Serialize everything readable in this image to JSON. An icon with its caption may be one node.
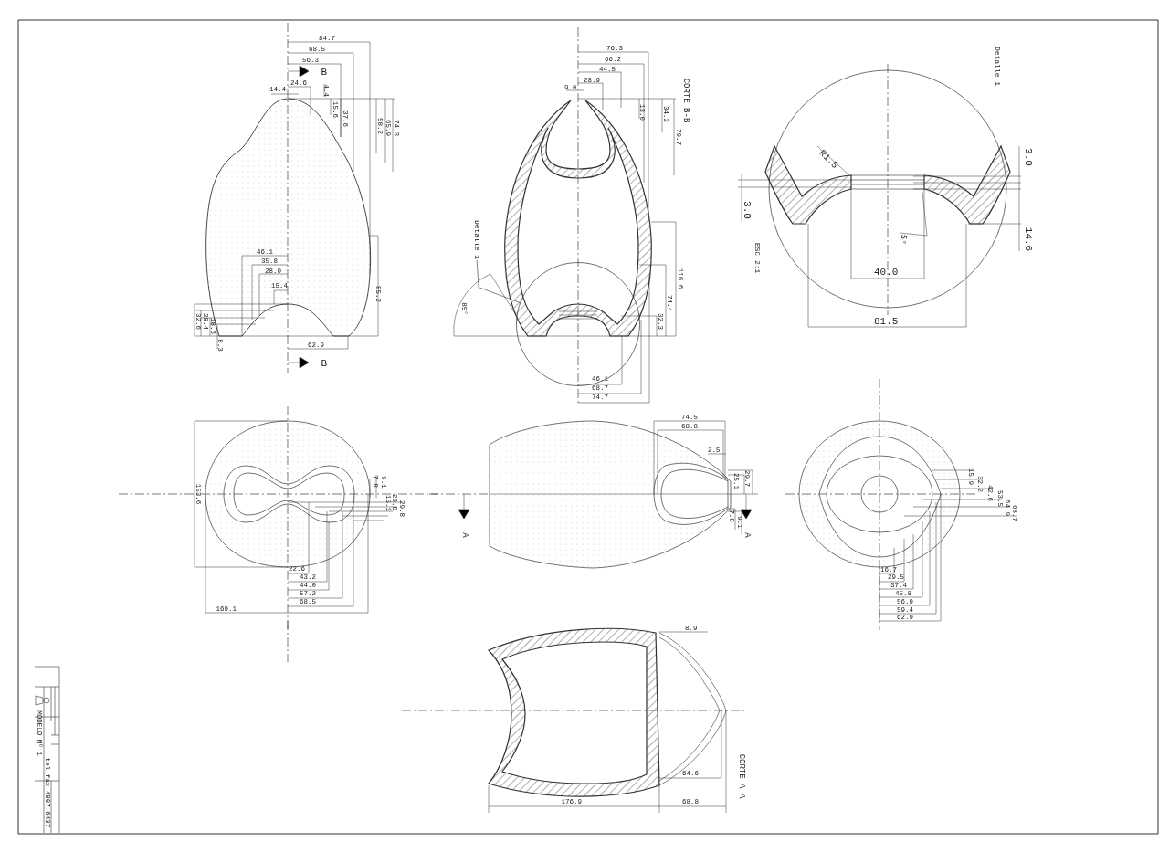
{
  "diagram": {
    "nodes": [
      {
        "text": [
          "Detalle 1"
        ]
      },
      {
        "text": [],
        "shape": "circle"
      }
    ],
    "edges": [
      {
        "from": 0,
        "to": 1,
        "arrow": "none"
      }
    ],
    "labels": [
      "84.7",
      "68.5",
      "56.3",
      "B",
      "24.6",
      "4.4",
      "14.4",
      "15.6",
      "37.6",
      "58.2",
      "65.9",
      "74.3",
      "46.1",
      "35.8",
      "28.0",
      "15.4",
      "85.2",
      "32.6",
      "28.4",
      "18.6",
      "8.3",
      "62.9",
      "B",
      "76.3",
      "66.2",
      "44.5",
      "28.9",
      "9.0",
      "13.0",
      "34.2",
      "79.7",
      "CORTE B-B",
      "116.6",
      "74.4",
      "32.3",
      "85°",
      "46.1",
      "68.7",
      "74.7",
      "Detalle 1",
      "R1.5",
      "3.0",
      "3.0",
      "14.6",
      "ESC 2:1",
      "5°",
      "40.0",
      "81.5",
      "153.6",
      "7.8",
      "9.1",
      "15.1",
      "23.8",
      "29.8",
      "22.6",
      "43.2",
      "44.0",
      "57.2",
      "68.5",
      "169.1",
      "74.5",
      "68.8",
      "2.5",
      "25.1",
      "29.7",
      "7.8",
      "9.1",
      "A",
      "A",
      "15.9",
      "32.2",
      "42.6",
      "53.5",
      "64.9",
      "68.7",
      "16.7",
      "29.5",
      "37.4",
      "45.8",
      "56.9",
      "59.4",
      "62.9",
      "8.9",
      "64.6",
      "CORTE A-A",
      "176.9",
      "68.8",
      "MODELO Nº 1",
      "tel fax 4807 6437"
    ]
  }
}
